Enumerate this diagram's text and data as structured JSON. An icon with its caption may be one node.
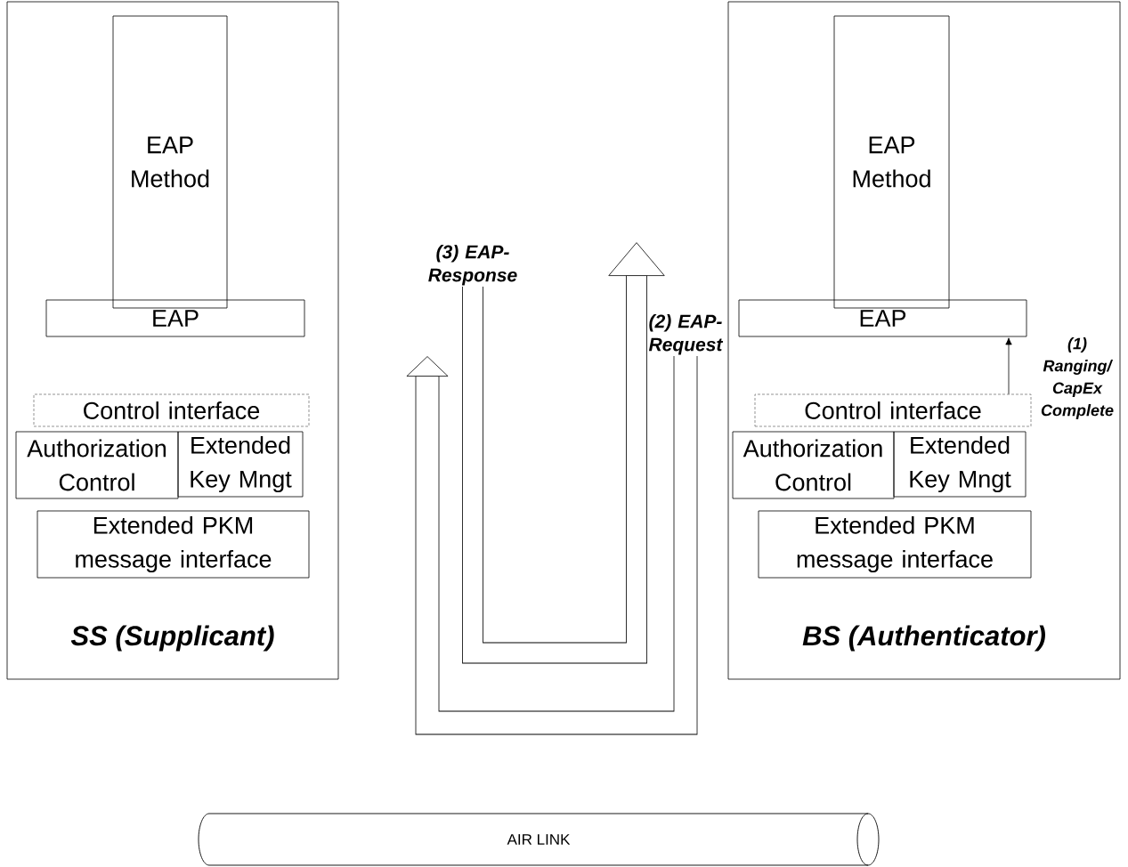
{
  "diagram": {
    "nodes": [
      {
        "text": [
          "SS (Supplicant)"
        ]
      },
      {
        "text": [
          "EAP Method"
        ],
        "in": 0
      },
      {
        "text": [
          "EAP"
        ],
        "in": 0
      },
      {
        "text": [
          "Control interface"
        ],
        "in": 0
      },
      {
        "text": [
          "Authorization Control"
        ],
        "in": 0
      },
      {
        "text": [
          "Extended Key Mngt"
        ],
        "in": 0
      },
      {
        "text": [
          "Extended PKM message interface"
        ],
        "in": 0
      },
      {
        "text": [
          "BS (Authenticator)"
        ]
      },
      {
        "text": [
          "EAP Method"
        ],
        "in": 7
      },
      {
        "text": [
          "EAP"
        ],
        "in": 7
      },
      {
        "text": [
          "Control interface"
        ],
        "in": 7
      },
      {
        "text": [
          "Authorization Control"
        ],
        "in": 7
      },
      {
        "text": [
          "Extended Key Mngt"
        ],
        "in": 7
      },
      {
        "text": [
          "Extended PKM message interface"
        ],
        "in": 7
      },
      {
        "text": [
          "AIR LINK"
        ]
      },
      {
        "text": [
          "(3) EAP-Response"
        ]
      },
      {
        "text": [
          "(2) EAP-Request"
        ]
      }
    ],
    "edges": [
      {
        "from": 10,
        "to": 9,
        "arrow": "to",
        "label": "(1) Ranging/ CapEx Complete"
      },
      {
        "from": 15,
        "to": null,
        "arrow": "to"
      },
      {
        "from": 16,
        "to": null,
        "arrow": "to"
      }
    ]
  }
}
